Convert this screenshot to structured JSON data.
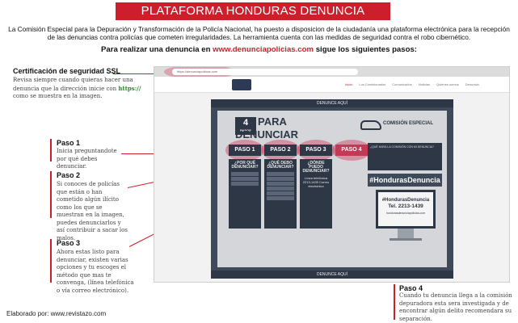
{
  "header": {
    "title": "PLATAFORMA HONDURAS DENUNCIA",
    "intro": "La Comisión Especial para la Depuración y Transformación de la Policía Nacional, ha puesto a disposicion de la ciudadanía una plataforma electrónica para la recepción de las denuncias contra policías que cometen irregularidades. La herramienta cuenta con las medidas de seguridad contra el robo cibernético.",
    "subtitle_pre": "Para realizar una denuncia en ",
    "subtitle_link": "www.denunciapolicias.com",
    "subtitle_post": " sigue los siguientes pasos:"
  },
  "ssl": {
    "title": "Certificación de seguridad SSL",
    "text_pre": "Revisa siempre cuando quieras hacer una denuncia que la dirección inicie con ",
    "text_url": "https://",
    "text_post": " como se muestra en la imagen."
  },
  "steps": [
    {
      "title": "Paso 1",
      "text": "Inicia preguntandote por qué debes denunciar."
    },
    {
      "title": "Paso 2",
      "text": "Si conoces de policías que están o han cometido algún ilícito como los que se muestran en la imagen, puedes denunciarlos y así contribuir a sacar los malos."
    },
    {
      "title": "Paso 3",
      "text": "Ahora estas listo para denunciar, existen varias opciones y tu escoges el método que mas te convenga, (línea telefónica o vía correo electrónico)."
    },
    {
      "title": "Paso 4",
      "text": "Cuando tu denuncia llega a la comisión depuradora esta sera investigada y de encontrar algún delito  recomendara su separación."
    }
  ],
  "browser": {
    "address": "https://denunciapolicias.com",
    "nav_items": [
      "Inicio",
      "Los Comisionados",
      "Comunicados",
      "Noticias",
      "Quiénes somos",
      "Denuncia"
    ]
  },
  "poster": {
    "bar_label": "DENUNCE AQUÍ",
    "four": "4",
    "four_sub": "PASOS",
    "para": "PARA",
    "denunciar": "DENUNCIAR",
    "org": "COMISIÓN ESPECIAL",
    "pasos": [
      "PASO 1",
      "PASO 2",
      "PASO 3",
      "PASO 4"
    ],
    "col_titles": [
      "¿POR QUÉ DENUNCIAR?",
      "¿QUÉ DEBO DENUNCIAR?",
      "¿DÓNDE PUEDO DENUNCIAR?"
    ],
    "col3_text": "Línea telefónica 2213-1439 Correo electrónico",
    "info": "¿QUÉ HARÁ LA COMISIÓN CON MI DENUNCIA?",
    "hashtag": "#HondurasDenuncia",
    "monitor_tag": "#HondurasDenuncia",
    "monitor_tel": "Tel. 2213-1439",
    "monitor_mail": "hondurasdenunciapolicias.com"
  },
  "footer": "Elaborado por: www.revistazo.com",
  "colors": {
    "accent": "#cc1f2b",
    "poster_dark": "#2d3746",
    "highlight": "#c43a56"
  }
}
